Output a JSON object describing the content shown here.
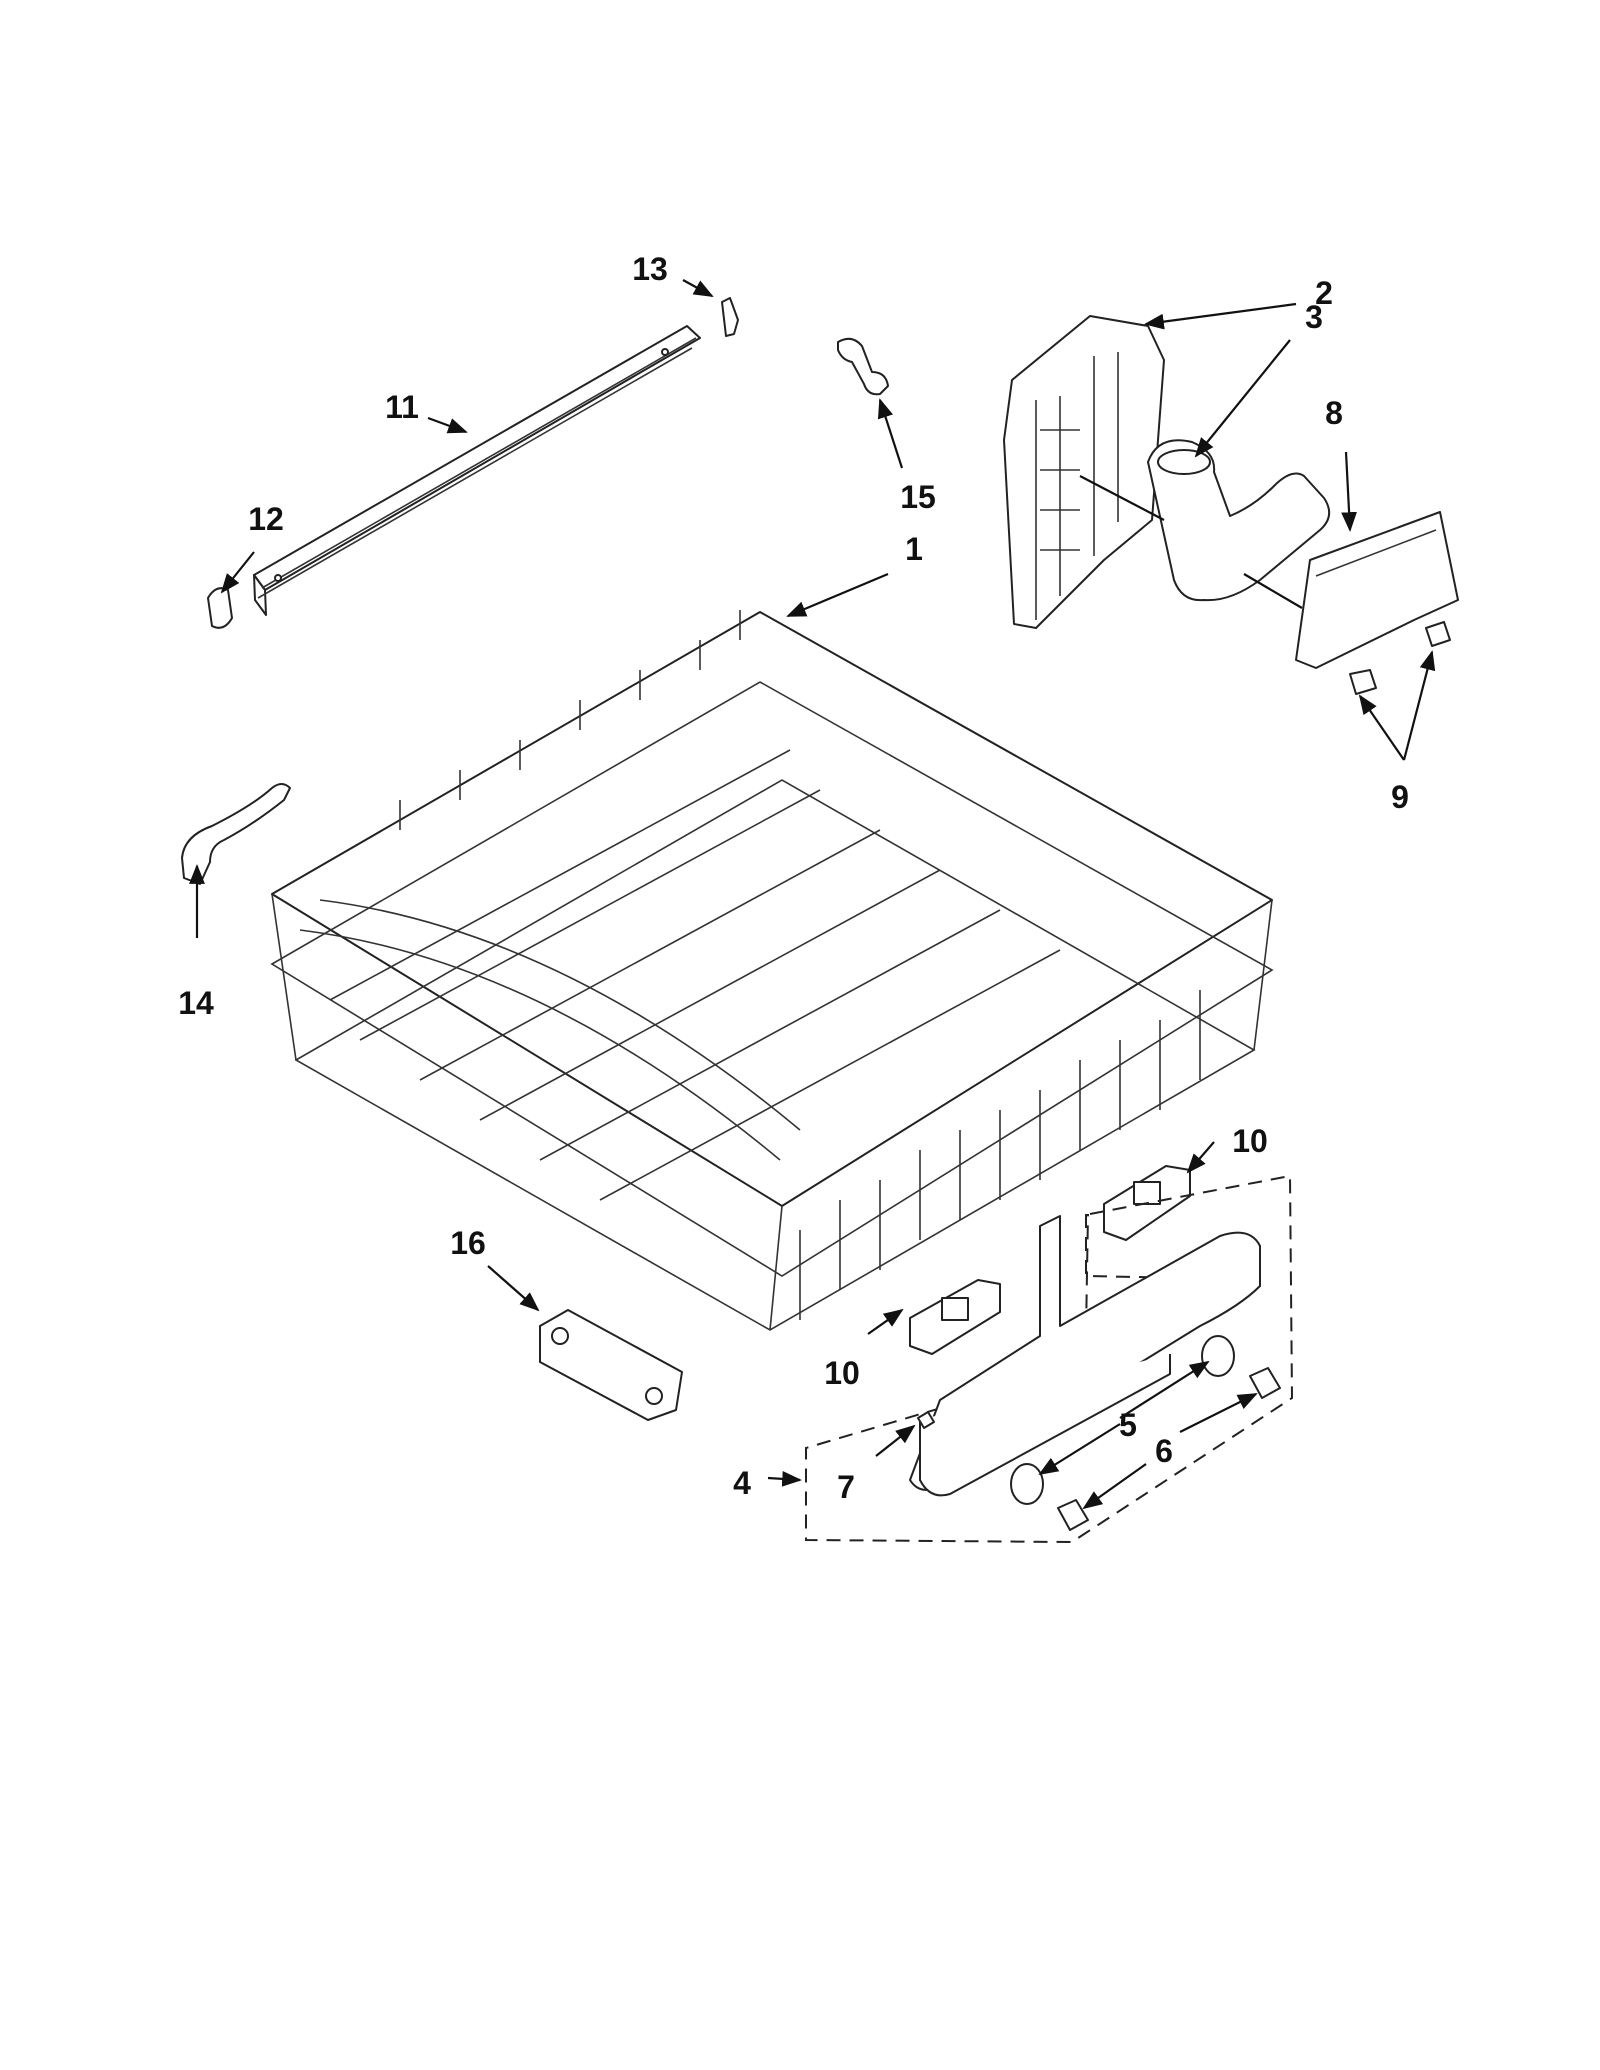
{
  "diagram": {
    "type": "exploded-parts-view",
    "callouts": [
      {
        "id": "1",
        "label": "1"
      },
      {
        "id": "2",
        "label": "2"
      },
      {
        "id": "3",
        "label": "3"
      },
      {
        "id": "4",
        "label": "4"
      },
      {
        "id": "5",
        "label": "5"
      },
      {
        "id": "6",
        "label": "6"
      },
      {
        "id": "7",
        "label": "7"
      },
      {
        "id": "8",
        "label": "8"
      },
      {
        "id": "9",
        "label": "9"
      },
      {
        "id": "10a",
        "label": "10"
      },
      {
        "id": "10b",
        "label": "10"
      },
      {
        "id": "11",
        "label": "11"
      },
      {
        "id": "12",
        "label": "12"
      },
      {
        "id": "13",
        "label": "13"
      },
      {
        "id": "14",
        "label": "14"
      },
      {
        "id": "15",
        "label": "15"
      },
      {
        "id": "16",
        "label": "16"
      }
    ]
  }
}
